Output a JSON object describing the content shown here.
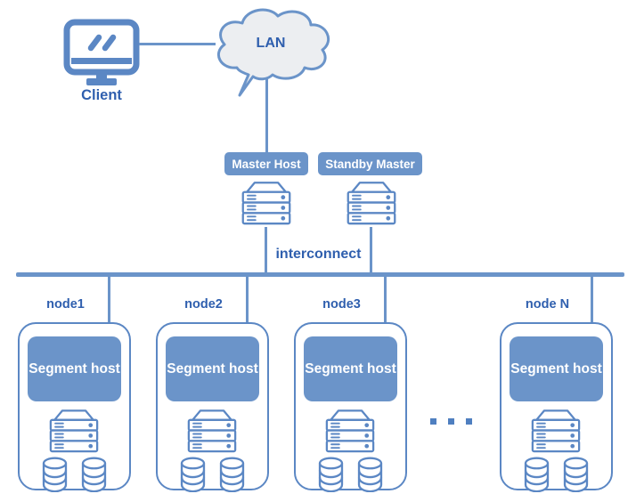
{
  "client": {
    "label": "Client"
  },
  "lan": {
    "label": "LAN"
  },
  "master": {
    "label": "Master Host"
  },
  "standby": {
    "label": "Standby Master"
  },
  "interconnect": {
    "label": "interconnect"
  },
  "ellipsis": "...",
  "nodes": [
    {
      "label": "node1",
      "segment_label": "Segment host"
    },
    {
      "label": "node2",
      "segment_label": "Segment host"
    },
    {
      "label": "node3",
      "segment_label": "Segment host"
    },
    {
      "label": "node N",
      "segment_label": "Segment host"
    }
  ],
  "icons": {
    "client": "monitor-icon",
    "lan": "cloud-icon",
    "hosts": "server-rack-icon",
    "storage": "database-cylinder-icon",
    "continuation": "ellipsis-icon"
  },
  "colors": {
    "accent_fill": "#6b94c9",
    "outline_stroke": "#5b87c4",
    "label_text": "#2f5fae",
    "badge_text": "#ffffff",
    "cloud_fill": "#eceef1",
    "background": "#ffffff"
  }
}
